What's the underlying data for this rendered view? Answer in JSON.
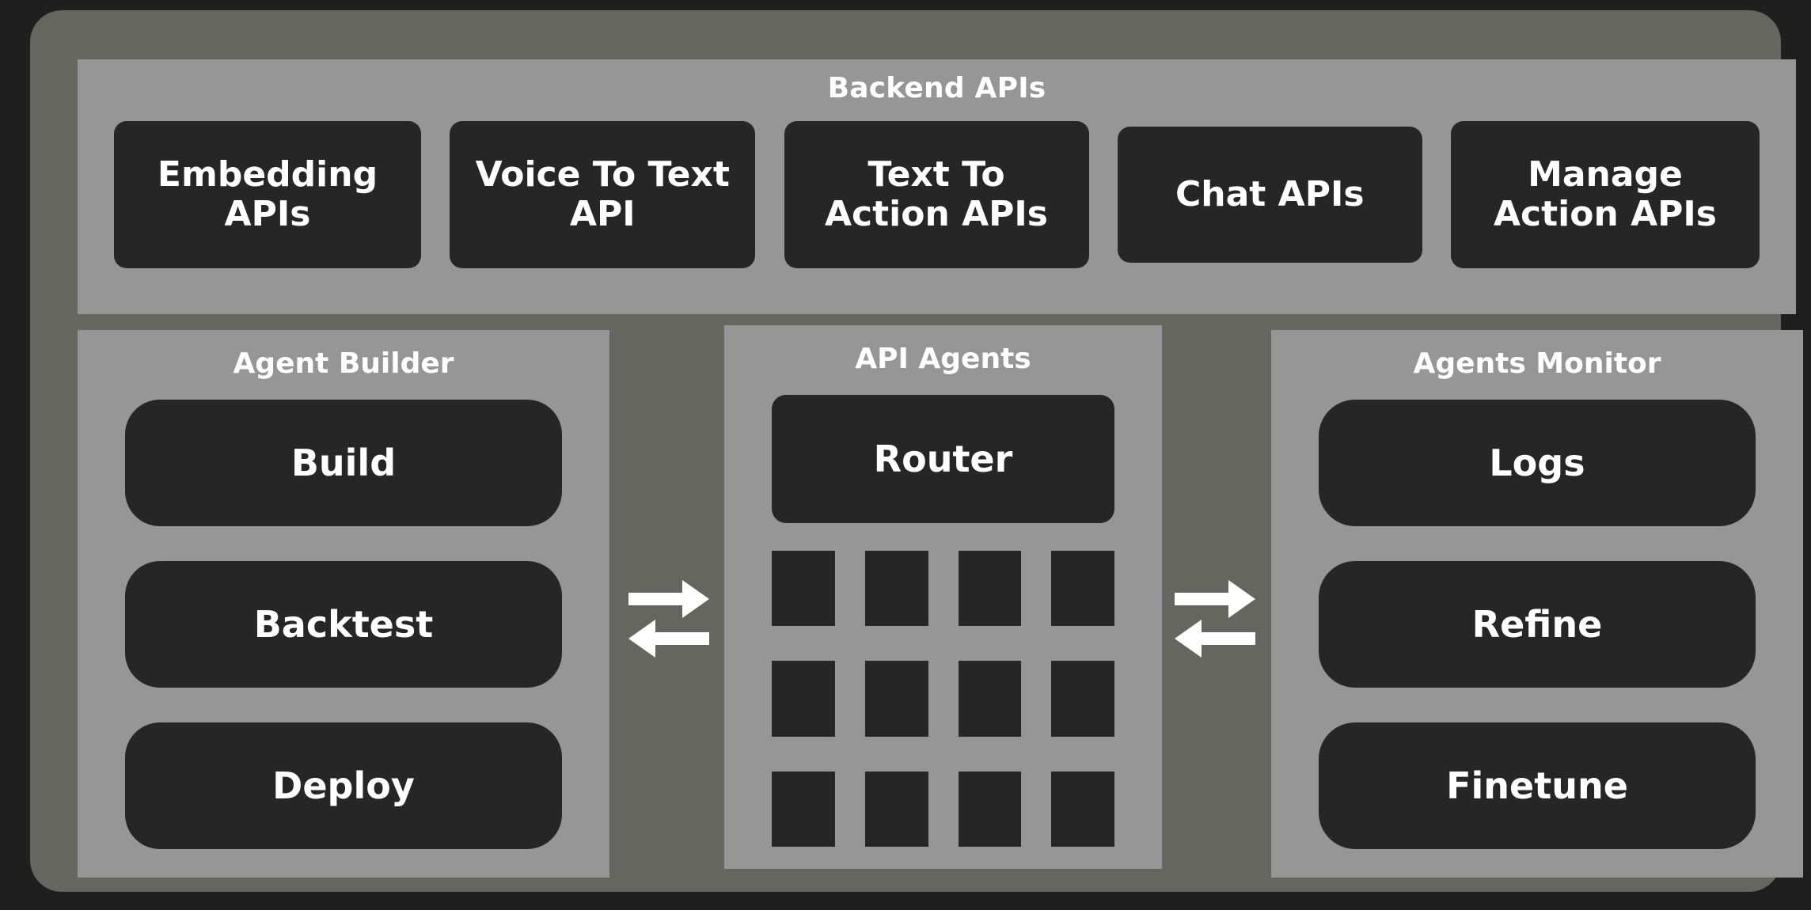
{
  "theme": {
    "page_background": "#1f1f1f",
    "frame_color": "#666660",
    "panel_color": "#969696",
    "box_color": "#262626",
    "text_color": "#ffffff"
  },
  "backend": {
    "title": "Backend APIs",
    "boxes": [
      {
        "label": "Embedding APIs",
        "lines": [
          "Embedding",
          "APIs"
        ]
      },
      {
        "label": "Voice To Text API",
        "lines": [
          "Voice To Text",
          "API"
        ]
      },
      {
        "label": "Text To Action APIs",
        "lines": [
          "Text To",
          "Action APIs"
        ]
      },
      {
        "label": "Chat APIs",
        "lines": [
          "Chat APIs"
        ]
      },
      {
        "label": "Manage Action APIs",
        "lines": [
          "Manage",
          "Action APIs"
        ]
      }
    ]
  },
  "agent_builder": {
    "title": "Agent Builder",
    "items": [
      {
        "label": "Build"
      },
      {
        "label": "Backtest"
      },
      {
        "label": "Deploy"
      }
    ]
  },
  "api_agents": {
    "title": "API Agents",
    "router": {
      "label": "Router"
    },
    "grid": {
      "columns": 4,
      "rows": 3,
      "cell_count": 12
    }
  },
  "agents_monitor": {
    "title": "Agents Monitor",
    "items": [
      {
        "label": "Logs"
      },
      {
        "label": "Refine"
      },
      {
        "label": "Finetune"
      }
    ]
  },
  "connectors": [
    {
      "name": "builder-to-agents",
      "icon": "exchange-arrows-icon",
      "direction": "bidirectional"
    },
    {
      "name": "agents-to-monitor",
      "icon": "exchange-arrows-icon",
      "direction": "bidirectional"
    }
  ]
}
